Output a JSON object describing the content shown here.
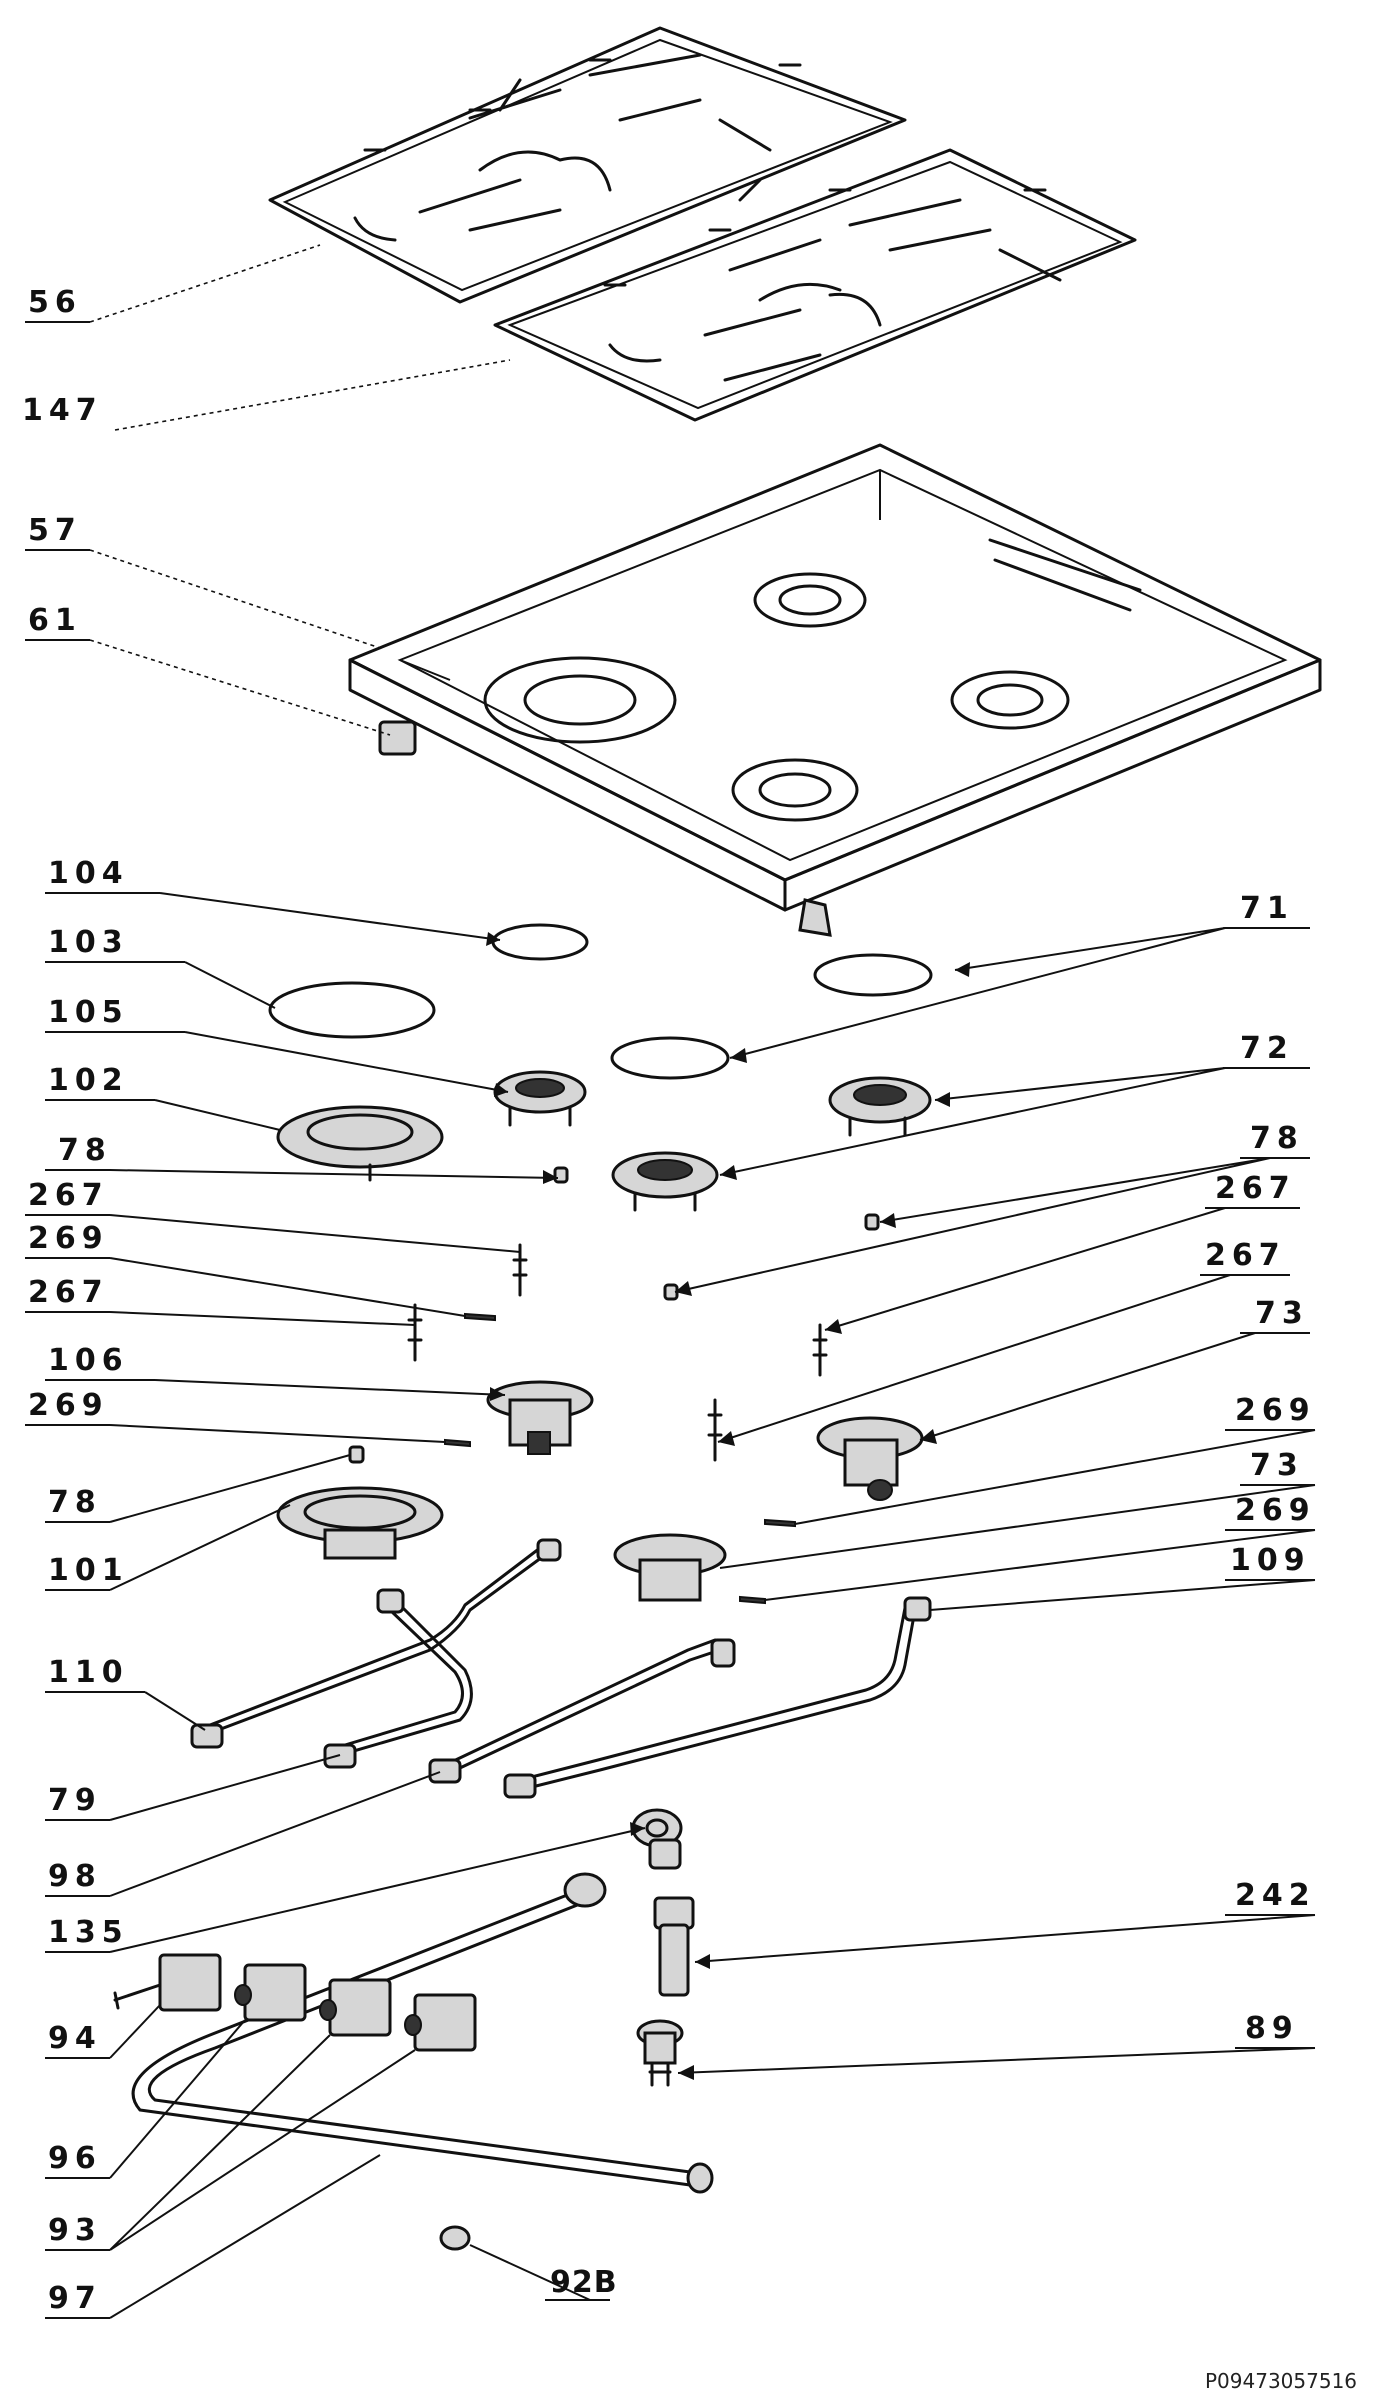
{
  "callouts": [
    {
      "id": "c56",
      "label": "56"
    },
    {
      "id": "c147",
      "label": "147"
    },
    {
      "id": "c57",
      "label": "57"
    },
    {
      "id": "c61",
      "label": "61"
    },
    {
      "id": "c104",
      "label": "104"
    },
    {
      "id": "c103",
      "label": "103"
    },
    {
      "id": "c105",
      "label": "105"
    },
    {
      "id": "c102",
      "label": "102"
    },
    {
      "id": "c78a",
      "label": "78"
    },
    {
      "id": "c267a",
      "label": "267"
    },
    {
      "id": "c269a",
      "label": "269"
    },
    {
      "id": "c267b",
      "label": "267"
    },
    {
      "id": "c106",
      "label": "106"
    },
    {
      "id": "c269b",
      "label": "269"
    },
    {
      "id": "c78b",
      "label": "78"
    },
    {
      "id": "c101",
      "label": "101"
    },
    {
      "id": "c110",
      "label": "110"
    },
    {
      "id": "c79",
      "label": "79"
    },
    {
      "id": "c98",
      "label": "98"
    },
    {
      "id": "c135",
      "label": "135"
    },
    {
      "id": "c94",
      "label": "94"
    },
    {
      "id": "c96",
      "label": "96"
    },
    {
      "id": "c93",
      "label": "93"
    },
    {
      "id": "c97",
      "label": "97"
    },
    {
      "id": "c71",
      "label": "71"
    },
    {
      "id": "c72",
      "label": "72"
    },
    {
      "id": "c78c",
      "label": "78"
    },
    {
      "id": "c267c",
      "label": "267"
    },
    {
      "id": "c267d",
      "label": "267"
    },
    {
      "id": "c73a",
      "label": "73"
    },
    {
      "id": "c269c",
      "label": "269"
    },
    {
      "id": "c73b",
      "label": "73"
    },
    {
      "id": "c269d",
      "label": "269"
    },
    {
      "id": "c109",
      "label": "109"
    },
    {
      "id": "c242",
      "label": "242"
    },
    {
      "id": "c89",
      "label": "89"
    },
    {
      "id": "c92b",
      "label": "92B"
    }
  ],
  "document_id": "P09473057516"
}
